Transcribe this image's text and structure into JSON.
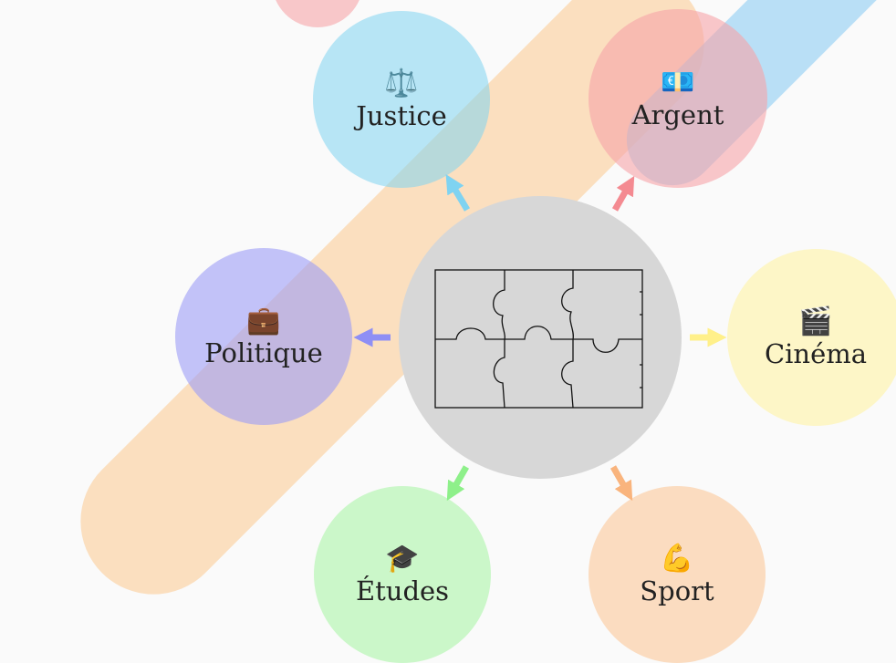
{
  "topics": [
    {
      "id": "justice",
      "label": "Justice",
      "icon": "scales-icon",
      "glyph": "⚖️",
      "color": "#7fd3f1"
    },
    {
      "id": "argent",
      "label": "Argent",
      "icon": "banknote-euro-icon",
      "glyph": "💶",
      "color": "#f7a3a9"
    },
    {
      "id": "politique",
      "label": "Politique",
      "icon": "briefcase-icon",
      "glyph": "💼",
      "color": "#9d9df6"
    },
    {
      "id": "cinema",
      "label": "Cinéma",
      "icon": "clapper-board-icon",
      "glyph": "🎬",
      "color": "#fff29c"
    },
    {
      "id": "etudes",
      "label": "Études",
      "icon": "graduation-cap-icon",
      "glyph": "🎓",
      "color": "#a4f4a0"
    },
    {
      "id": "sport",
      "label": "Sport",
      "icon": "flexed-arm-icon",
      "glyph": "💪",
      "color": "#fbc28f"
    }
  ],
  "center": {
    "icon": "puzzle-icon",
    "color": "#d7d7d7"
  },
  "colors": {
    "stripe_orange": "#fbc98e",
    "stripe_blue": "#8dcdf3",
    "stripe_pink": "#f7b0b4"
  }
}
